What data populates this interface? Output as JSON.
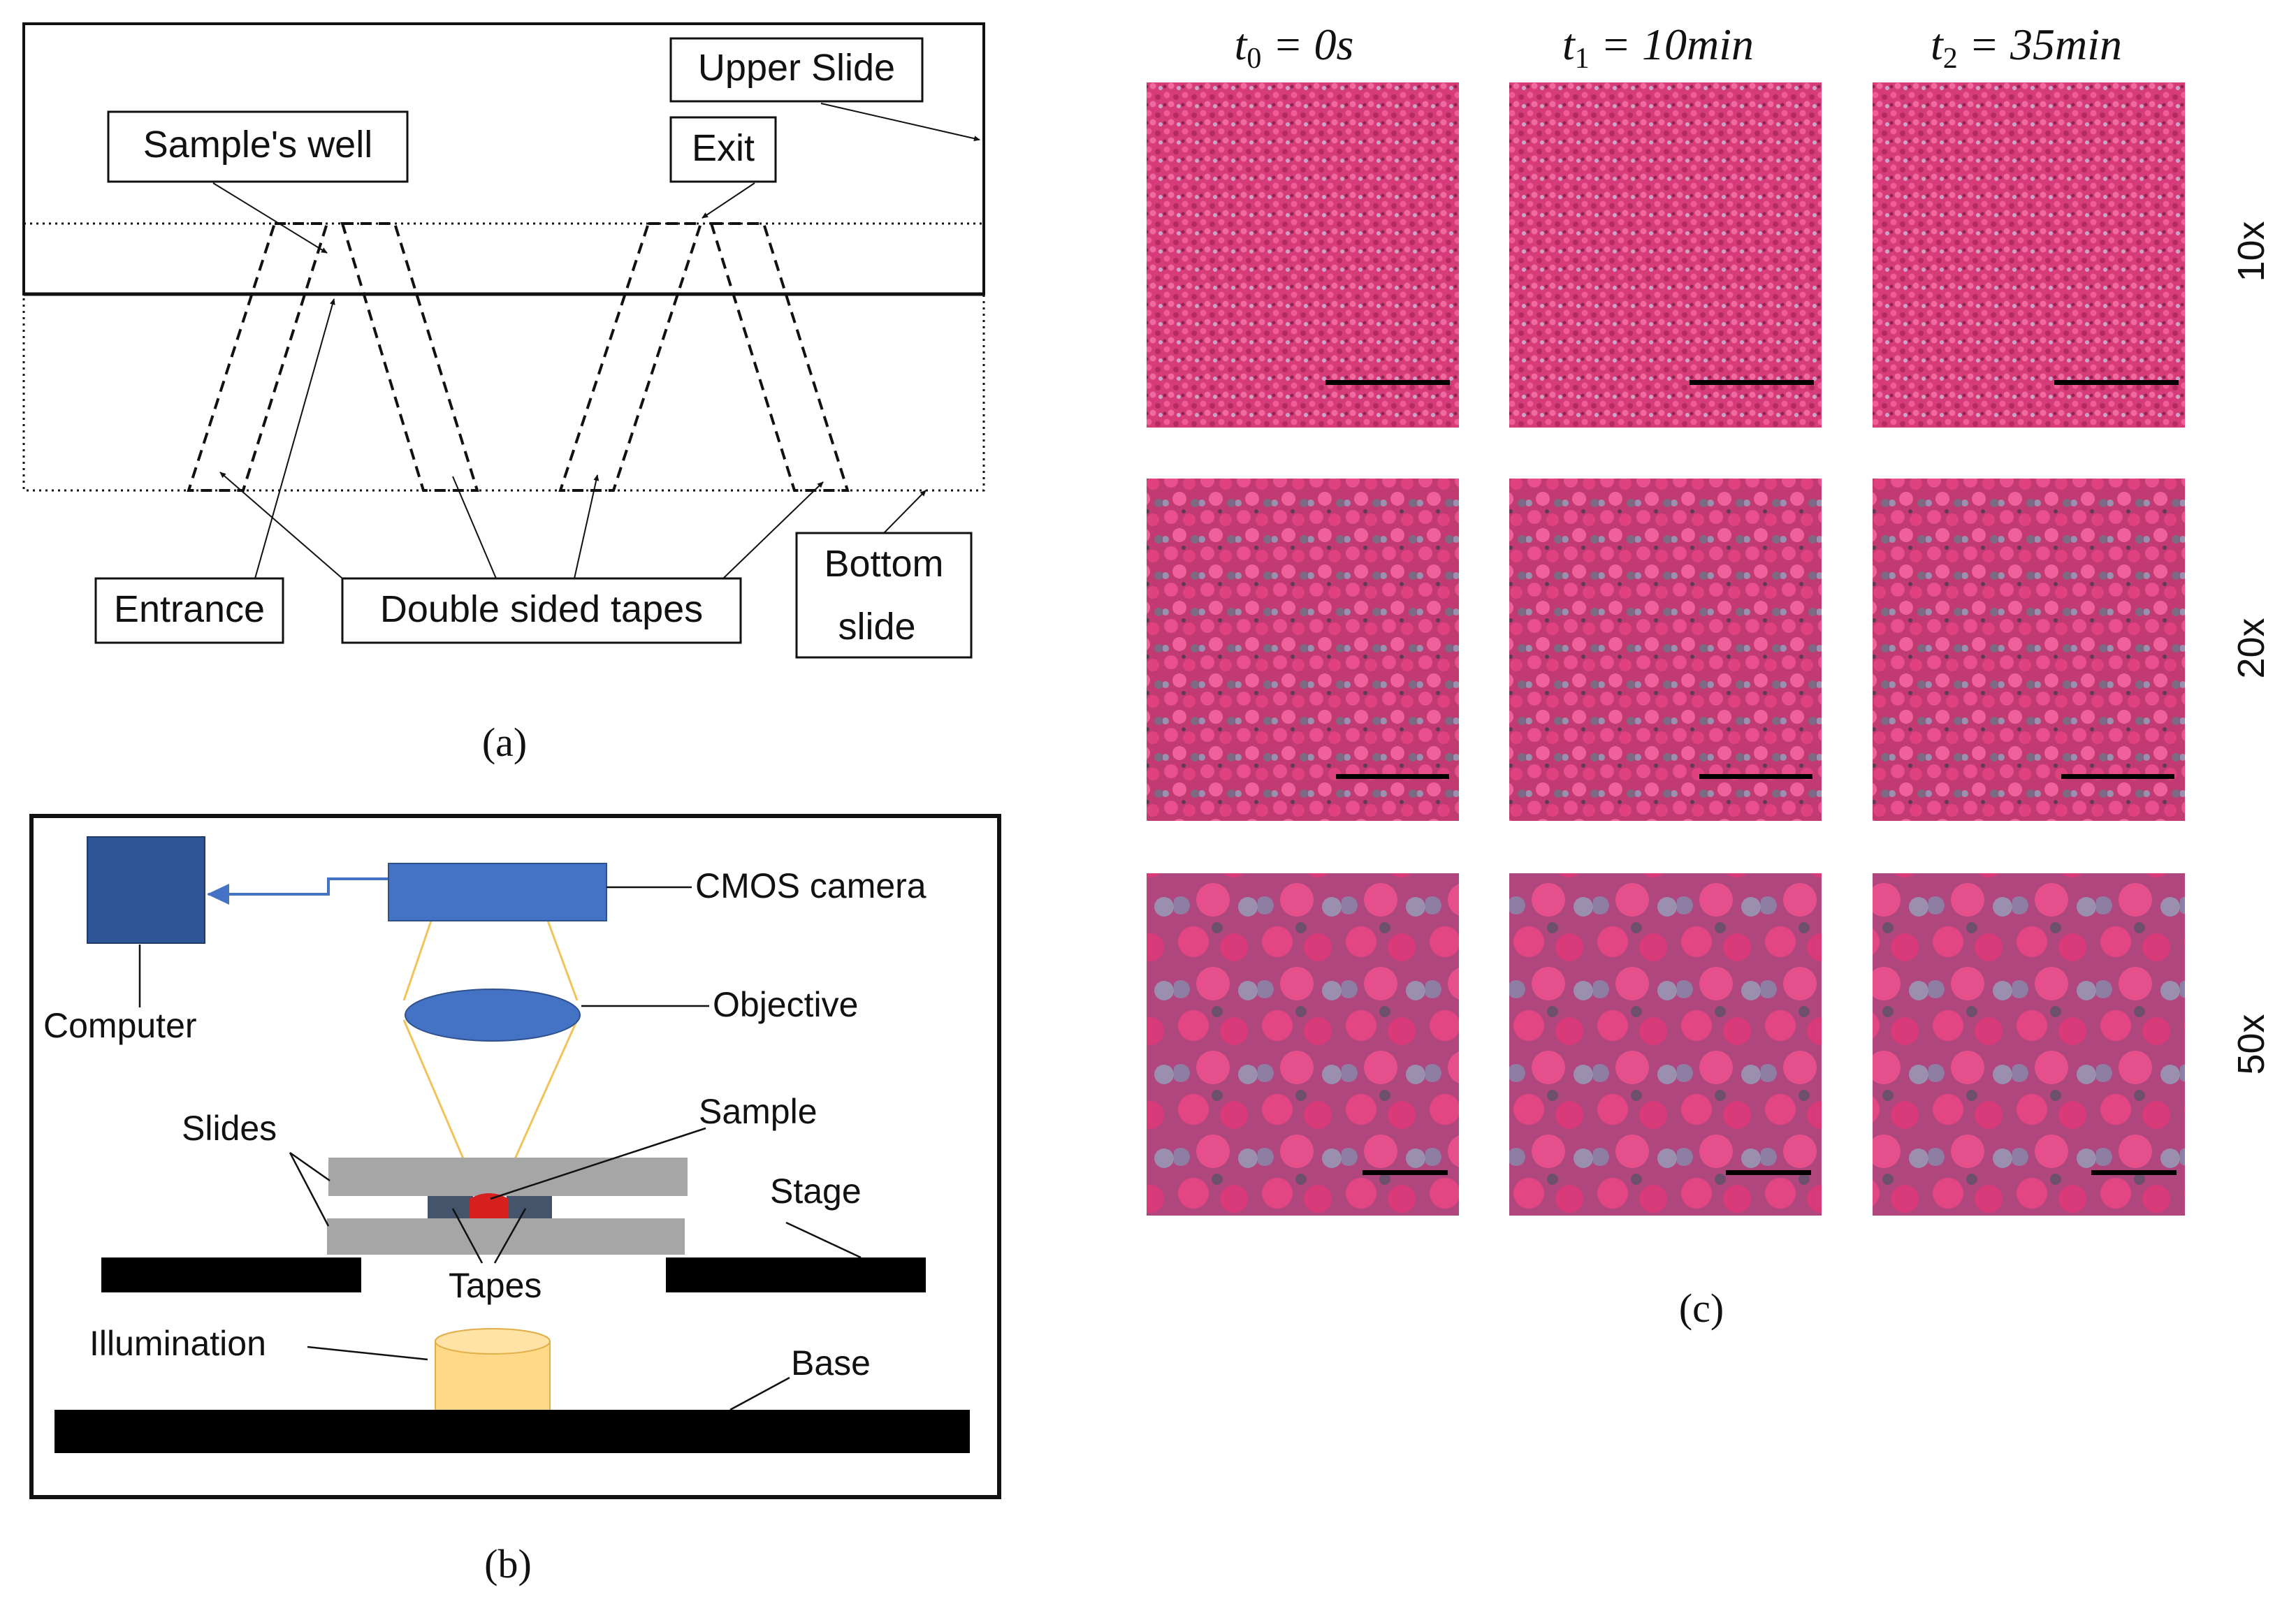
{
  "panel_a": {
    "caption": "(a)",
    "labels": {
      "upper_slide": "Upper Slide",
      "sample_well": "Sample's well",
      "exit": "Exit",
      "bottom_slide_line1": "Bottom",
      "bottom_slide_line2": "slide",
      "entrance": "Entrance",
      "double_sided_tapes": "Double sided tapes"
    }
  },
  "panel_b": {
    "caption": "(b)",
    "labels": {
      "cmos_camera": "CMOS camera",
      "computer": "Computer",
      "objective": "Objective",
      "sample": "Sample",
      "slides": "Slides",
      "stage": "Stage",
      "tapes": "Tapes",
      "illumination": "Illumination",
      "base": "Base"
    },
    "colors": {
      "computer": "#2e5597",
      "camera": "#4472c4",
      "objective": "#4472c4",
      "light_cone": "#f2c35a",
      "illumination": "#ffd987",
      "slides": "#a6a6a6",
      "tapes": "#44546a",
      "sample": "#d62020",
      "stage": "#000000"
    }
  },
  "panel_c": {
    "caption": "(c)",
    "columns": [
      {
        "var": "t",
        "sub": "0",
        "eq": " = 0s"
      },
      {
        "var": "t",
        "sub": "1",
        "eq": " = 10min"
      },
      {
        "var": "t",
        "sub": "2",
        "eq": " = 35min"
      }
    ],
    "rows": [
      "10x",
      "20x",
      "50x"
    ],
    "colors": {
      "cell_pink": "#e0427f",
      "cell_dark": "#a02a5a",
      "background_gray": "#9b8fb0",
      "scale_bar": "#000000"
    }
  }
}
